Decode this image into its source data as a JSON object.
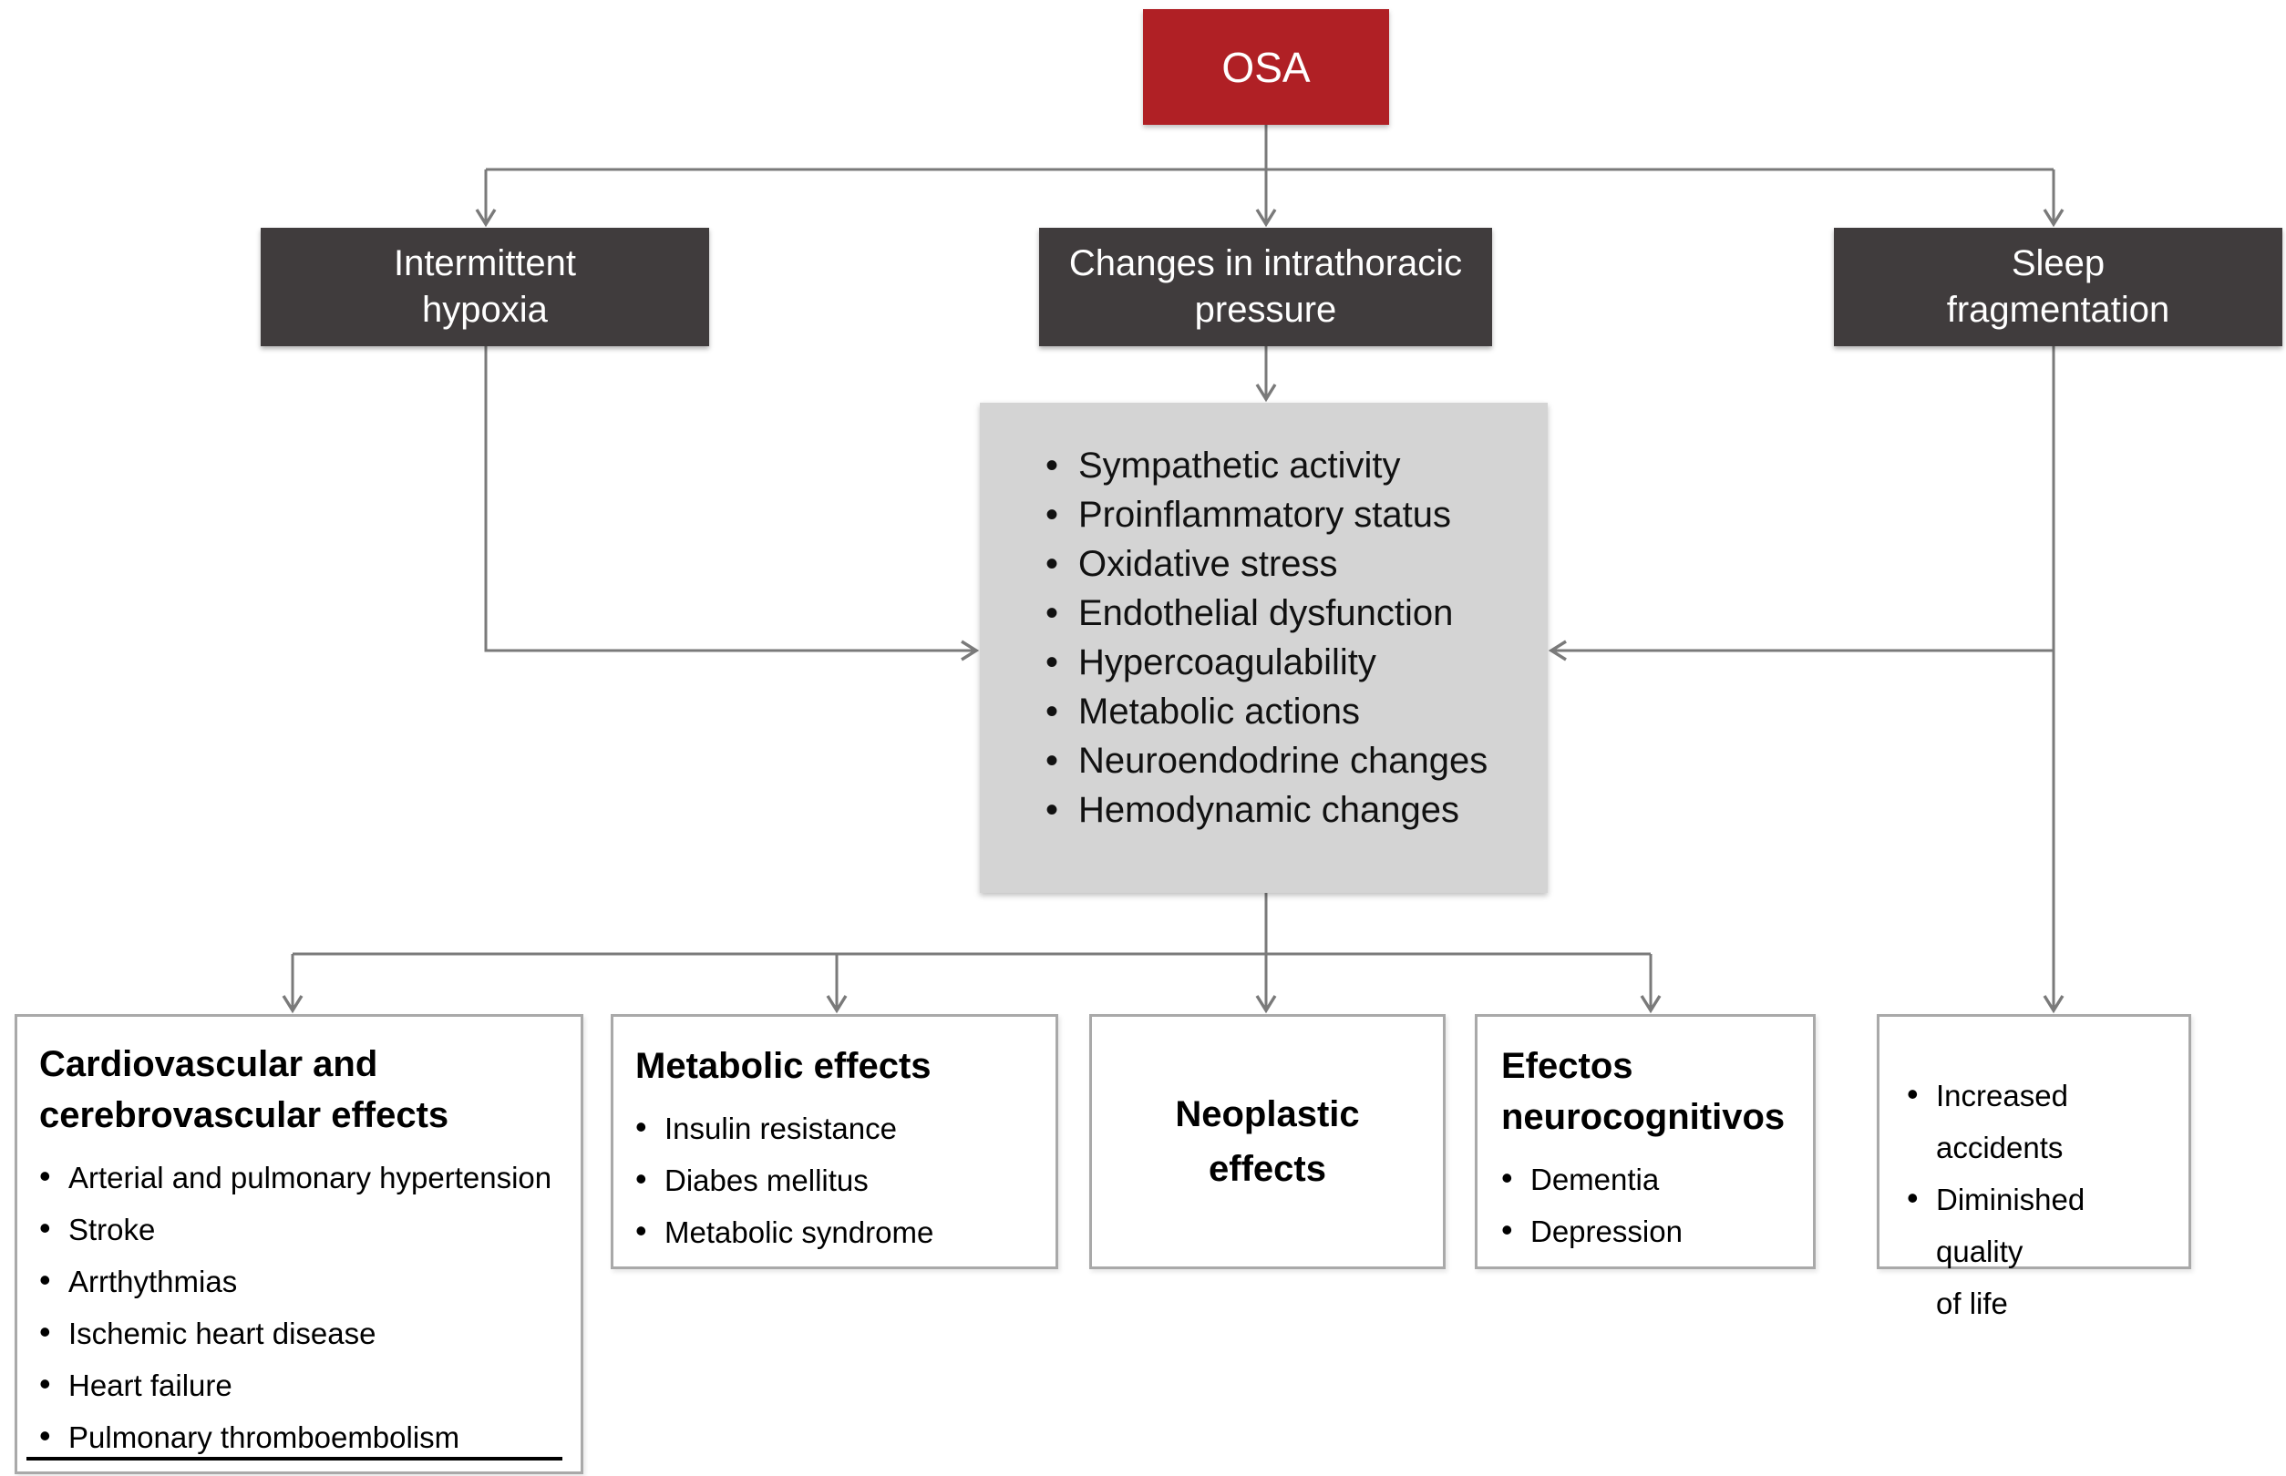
{
  "diagram": {
    "root": {
      "label": "OSA"
    },
    "branches": [
      {
        "label": "Intermittent\nhypoxia"
      },
      {
        "label": "Changes in intrathoracic\npressure"
      },
      {
        "label": "Sleep\nfragmentation"
      }
    ],
    "mechanisms": {
      "items": [
        "Sympathetic activity",
        "Proinflammatory status",
        "Oxidative stress",
        "Endothelial dysfunction",
        "Hypercoagulability",
        "Metabolic actions",
        "Neuroendodrine changes",
        "Hemodynamic changes"
      ]
    },
    "outcomes": [
      {
        "title": "Cardiovascular and\ncerebrovascular effects",
        "items": [
          "Arterial and pulmonary hypertension",
          "Stroke",
          "Arrthythmias",
          "Ischemic heart disease",
          "Heart failure",
          "Pulmonary thromboembolism"
        ]
      },
      {
        "title": "Metabolic effects",
        "items": [
          "Insulin resistance",
          "Diabes mellitus",
          "Metabolic syndrome"
        ]
      },
      {
        "title": "Neoplastic\neffects",
        "items": []
      },
      {
        "title": "Efectos\nneurocognitivos",
        "items": [
          "Dementia",
          "Depression"
        ]
      },
      {
        "title": "",
        "items": [
          "Increased accidents",
          "Diminished quality\nof life"
        ]
      }
    ],
    "colors": {
      "root_bg": "#b02025",
      "root_text": "#ffffff",
      "branch_bg": "#403c3d",
      "branch_text": "#ffffff",
      "mechanism_bg": "#d4d4d4",
      "connector": "#7a7a7a",
      "outcome_border": "#a9a9a9",
      "divider": "#000000"
    }
  }
}
